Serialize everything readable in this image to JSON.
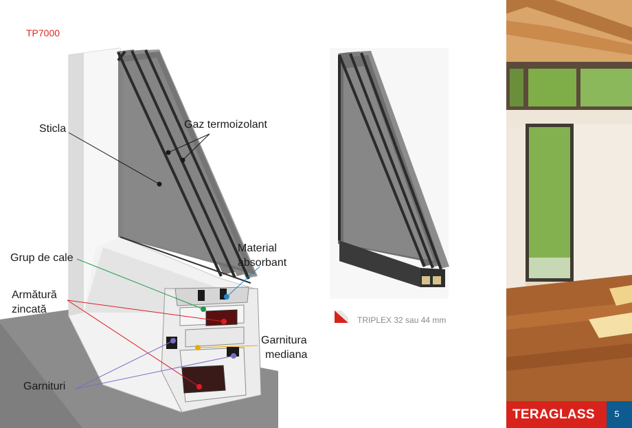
{
  "page": {
    "title": "TP7000",
    "page_number": "5"
  },
  "diagram": {
    "labels": {
      "sticla": "Sticla",
      "gaz": "Gaz termoizolant",
      "grup": "Grup de cale",
      "material_1": "Material",
      "material_2": "absorbant",
      "armatura_1": "Armătură",
      "armatura_2": "zincată",
      "garnitura_1": "Garnitura",
      "garnitura_2": "mediana",
      "garnituri": "Garnituri"
    },
    "colors": {
      "grup": "#1f9a4a",
      "material": "#1e8bc9",
      "armatura": "#e01c24",
      "garnitura": "#f0a800",
      "garnituri": "#7a6cc4",
      "sticla": "#1a1a1a"
    }
  },
  "caption": {
    "text": "TRIPLEX 32 sau 44 mm"
  },
  "brand": {
    "name": "TERAGLASS",
    "color": "#d8231c",
    "page_box_color": "#0d5b8f"
  }
}
